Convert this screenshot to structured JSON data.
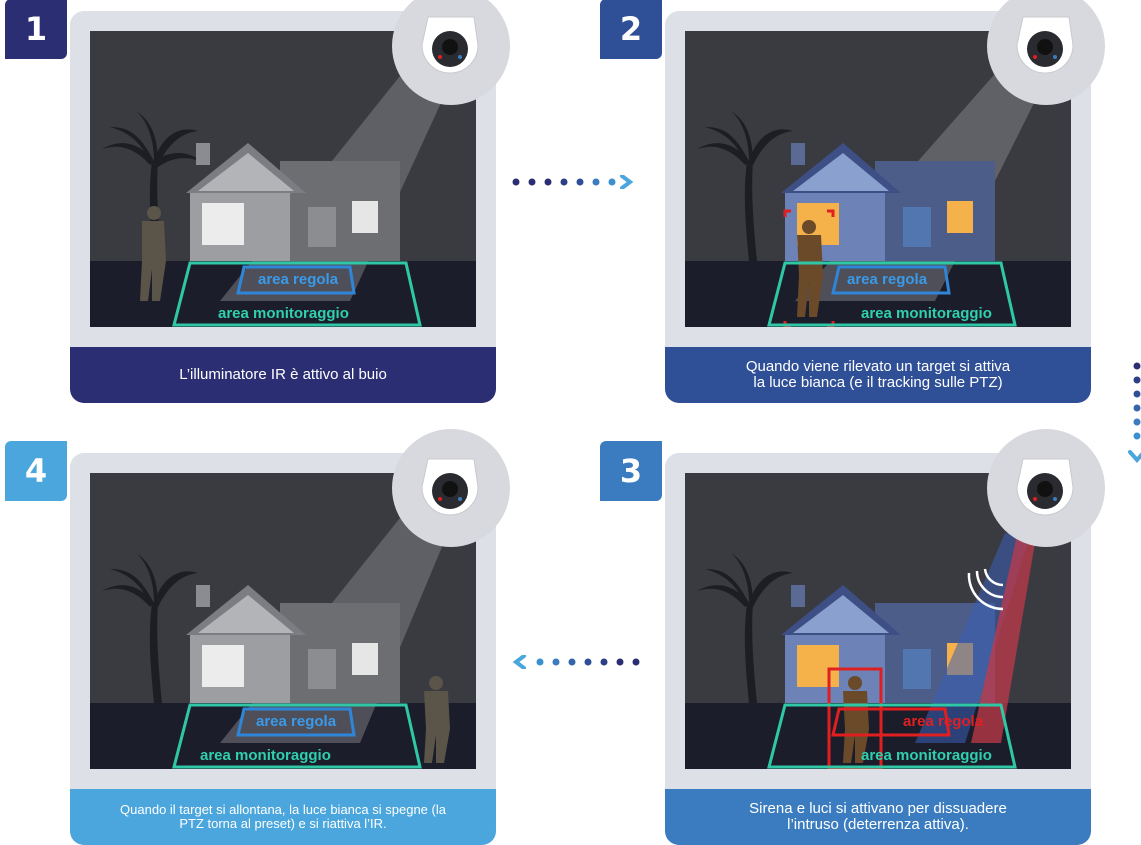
{
  "steps": [
    {
      "number": "1",
      "caption": "L’illuminatore IR è attivo al buio",
      "rule_label": "area regola",
      "monitor_label": "area monitoraggio"
    },
    {
      "number": "2",
      "caption": "Quando viene rilevato un target si attiva\nla luce bianca (e il tracking sulle PTZ)",
      "rule_label": "area regola",
      "monitor_label": "area monitoraggio"
    },
    {
      "number": "3",
      "caption": "Sirena e luci si attivano per dissuadere\nl’intruso (deterrenza attiva).",
      "rule_label": "area regola",
      "monitor_label": "area monitoraggio"
    },
    {
      "number": "4",
      "caption": "Quando il target si allontana, la luce bianca si spegne (la\nPTZ torna al preset) e si riattiva l’IR.",
      "rule_label": "area regola",
      "monitor_label": "area monitoraggio"
    }
  ],
  "colors": {
    "step1": "#2c2e73",
    "step2": "#2f4f97",
    "step3": "#3a7cbf",
    "step4": "#4aa6dc",
    "rule_area": "#2f86d8",
    "monitor_area": "#2fc7a6",
    "alert": "#e02020"
  },
  "icons": [
    "dome-camera-icon",
    "palm-tree-icon",
    "house-icon",
    "person-icon",
    "arrow-right-icon",
    "arrow-down-icon",
    "arrow-left-icon",
    "siren-wave-icon"
  ]
}
